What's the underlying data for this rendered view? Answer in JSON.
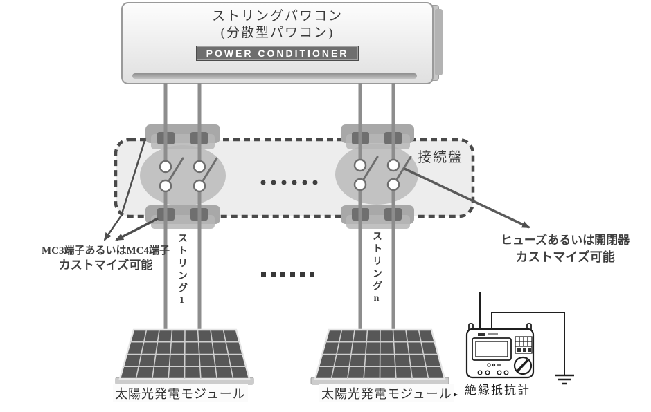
{
  "power_conditioner": {
    "title_line1": "ストリングパワコン",
    "title_line2": "(分散型パワコン)",
    "badge": "POWER CONDITIONER"
  },
  "junction_box": {
    "label": "接続盤"
  },
  "annotations": {
    "terminal_note": {
      "line1": "MC3端子あるいはMC4端子",
      "line2": "カストマイズ可能"
    },
    "fuse_note": {
      "line1": "ヒューズあるいは開閉器",
      "line2": "カストマイズ可能"
    }
  },
  "strings": {
    "string1": "ストリング1",
    "string_n": "ストリングn"
  },
  "modules": {
    "left_label": "太陽光発電モジュール",
    "right_label": "太陽光発電モジュール"
  },
  "meter": {
    "label": "絶縁抵抗計"
  },
  "colors": {
    "wire": "#8d8d8d",
    "junction_fill": "#ededed",
    "junction_border": "#4a4a4a",
    "terminal_block": "#a8a8a8",
    "terminal_pad": "#6f6f6f",
    "switch_ellipse": "#c2c2c2",
    "panel_cell": "#575757",
    "badge_bg": "#6e6e6e"
  }
}
